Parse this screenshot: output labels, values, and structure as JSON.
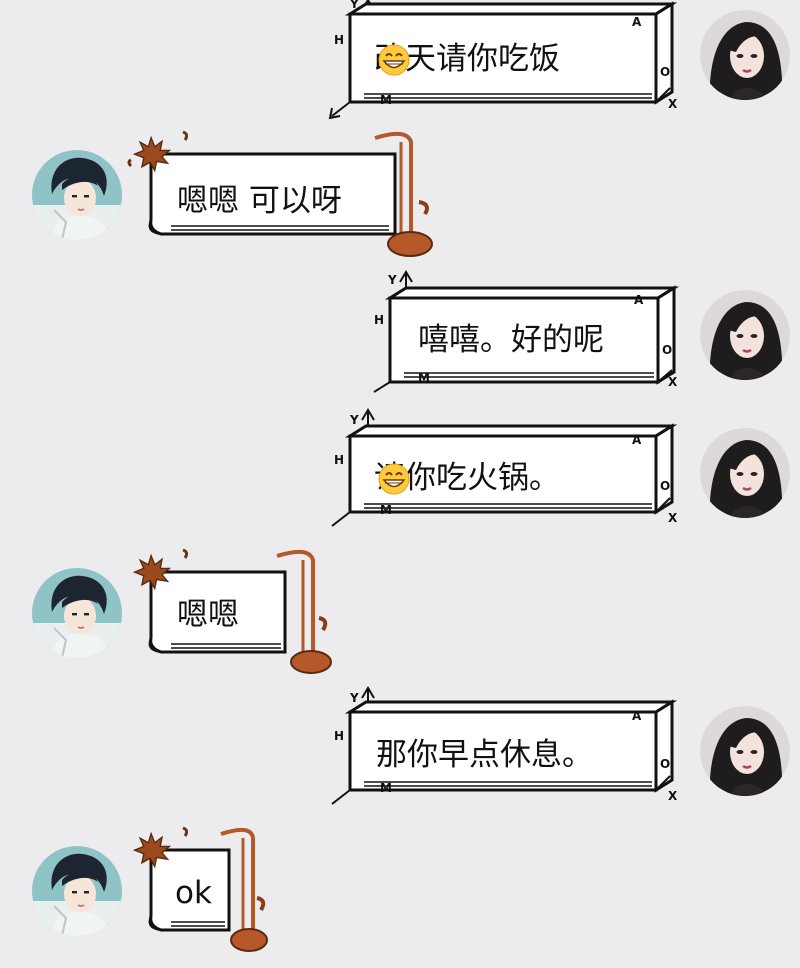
{
  "chat": {
    "messages": [
      {
        "side": "right",
        "text": "改天请你吃饭",
        "emoji": "grinning-face-icon"
      },
      {
        "side": "left",
        "text": "嗯嗯  可以呀"
      },
      {
        "side": "right",
        "text": "嘻嘻。好的呢"
      },
      {
        "side": "right",
        "text": "请你吃火锅。",
        "emoji": "grinning-face-icon"
      },
      {
        "side": "left",
        "text": "嗯嗯"
      },
      {
        "side": "right",
        "text": "那你早点休息。"
      },
      {
        "side": "left",
        "text": "ok"
      }
    ],
    "box_labels": {
      "y": "Y",
      "h": "H",
      "a": "A",
      "o": "O",
      "x": "X",
      "m": "M"
    }
  },
  "colors": {
    "background": "#ececee",
    "bubble_fill": "#ffffff",
    "outline": "#111111",
    "erhu_wood": "#b5582a",
    "leaf": "#9a4a1c",
    "emoji_yellow": "#ffcb3d"
  }
}
